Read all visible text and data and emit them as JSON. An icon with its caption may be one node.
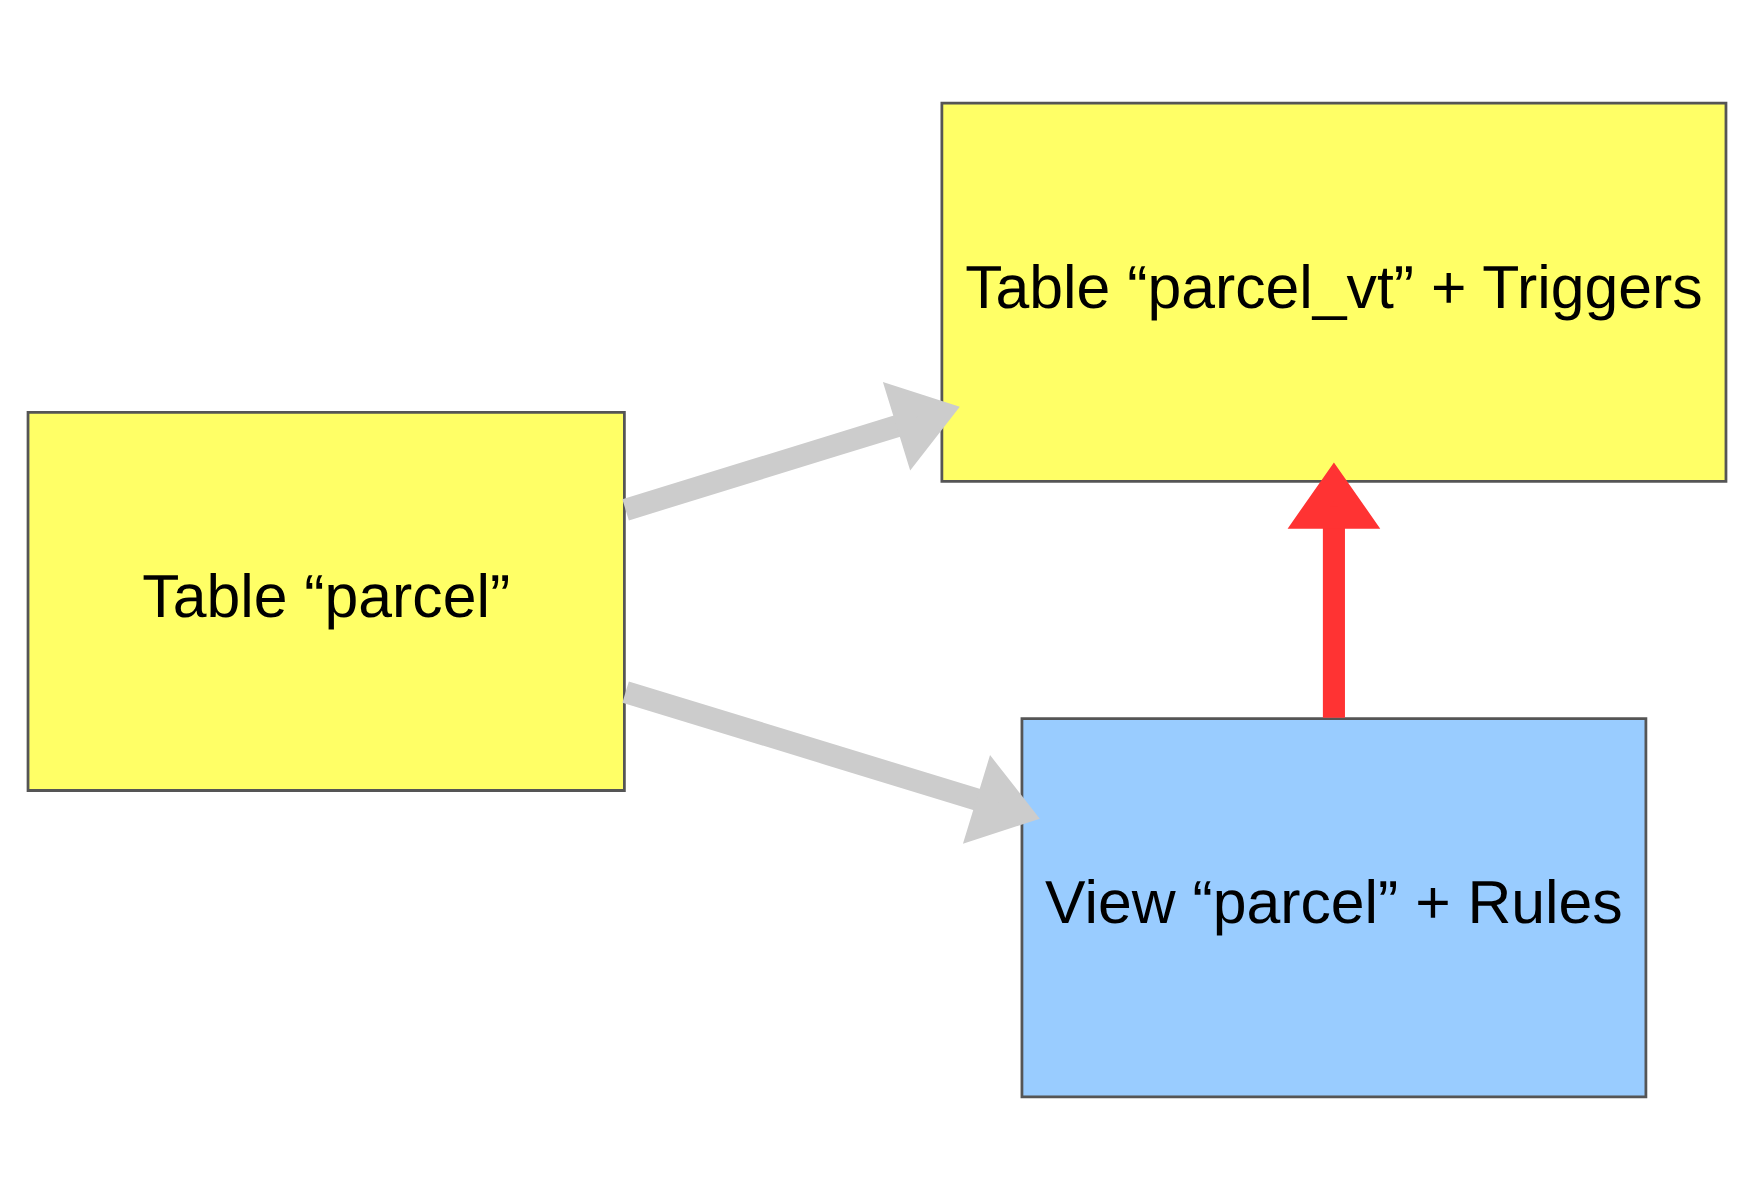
{
  "diagram": {
    "nodes": [
      {
        "text": [
          "Table “parcel”"
        ]
      },
      {
        "text": [
          "Table “parcel_vt” + Triggers"
        ]
      },
      {
        "text": [
          "View “parcel” + Rules"
        ]
      }
    ],
    "edges": [
      {
        "from": 0,
        "to": 1,
        "arrow": "to"
      },
      {
        "from": 0,
        "to": 2,
        "arrow": "to"
      },
      {
        "from": 2,
        "to": 1,
        "arrow": "to",
        "color": "#ff3333"
      }
    ]
  }
}
